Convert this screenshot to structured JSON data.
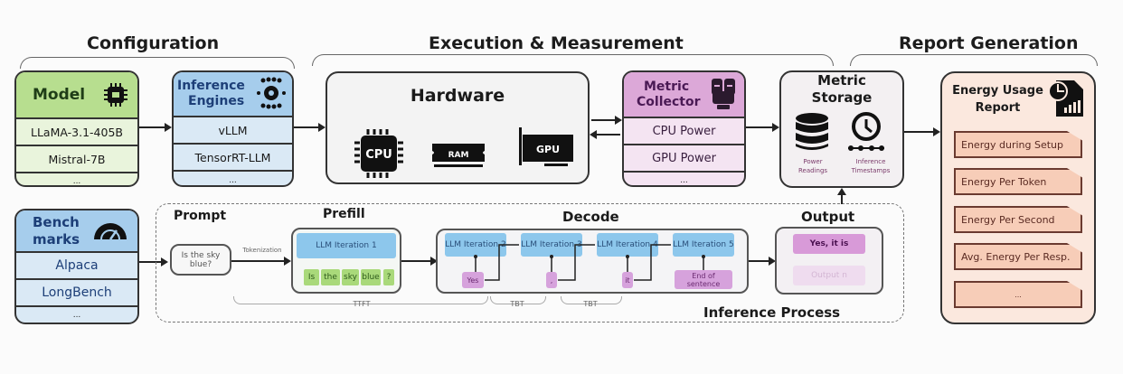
{
  "sections": {
    "configuration": "Configuration",
    "execution": "Execution & Measurement",
    "report": "Report Generation"
  },
  "model": {
    "title": "Model",
    "items": [
      "LLaMA-3.1-405B",
      "Mistral-7B",
      "..."
    ]
  },
  "engines": {
    "title_line1": "Inference",
    "title_line2": "Engines",
    "items": [
      "vLLM",
      "TensorRT-LLM",
      "..."
    ]
  },
  "hardware": {
    "title": "Hardware",
    "cpu": "CPU",
    "ram": "RAM",
    "gpu": "GPU"
  },
  "collector": {
    "title_line1": "Metric",
    "title_line2": "Collector",
    "items": [
      "CPU Power",
      "GPU Power",
      "..."
    ]
  },
  "storage": {
    "title_line1": "Metric",
    "title_line2": "Storage",
    "db_label_line1": "Power",
    "db_label_line2": "Readings",
    "clock_label_line1": "Inference",
    "clock_label_line2": "Timestamps"
  },
  "report": {
    "title_line1": "Energy Usage",
    "title_line2": "Report",
    "items": [
      "Energy during Setup",
      "Energy Per Token",
      "Energy Per Second",
      "Avg. Energy Per Resp.",
      "..."
    ]
  },
  "benchmarks": {
    "title_line1": "Bench",
    "title_line2": "marks",
    "items": [
      "Alpaca",
      "LongBench",
      "..."
    ]
  },
  "inference": {
    "label": "Inference Process",
    "prompt_title": "Prompt",
    "prompt_text": "Is the sky blue?",
    "tokenization_label": "Tokenization",
    "prefill_title": "Prefill",
    "prefill_iteration": "LLM Iteration 1",
    "prefill_tokens": [
      "Is",
      "the",
      "sky",
      "blue",
      "?"
    ],
    "decode_title": "Decode",
    "decode_iterations": [
      {
        "label": "LLM Iteration 2",
        "token": "Yes"
      },
      {
        "label": "LLM Iteration 3",
        "token": ","
      },
      {
        "label": "LLM Iteration 4",
        "token": "it"
      },
      {
        "label": "LLM Iteration 5",
        "token": "End of sentence"
      }
    ],
    "ttft_label": "TTFT",
    "tbt_labels": [
      "TBT",
      "TBT"
    ],
    "output_title": "Output",
    "output_items": [
      "Yes, it is",
      "Output n"
    ]
  }
}
